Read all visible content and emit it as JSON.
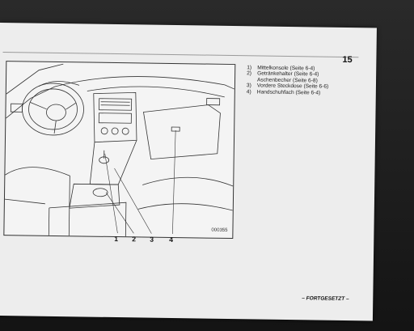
{
  "page": {
    "number": "15",
    "figure_code": "000355",
    "footer": "– FORTGESETZT –"
  },
  "callouts": [
    "1",
    "2",
    "3",
    "4"
  ],
  "legend": [
    {
      "num": "1)",
      "lines": [
        "Mittelkonsole (Seite 6-4)"
      ]
    },
    {
      "num": "2)",
      "lines": [
        "Getränkehalter (Seite 6-4)",
        "Aschenbecher (Seite 6-8)"
      ]
    },
    {
      "num": "3)",
      "lines": [
        "Vordere Steckdose (Seite 6-6)"
      ]
    },
    {
      "num": "4)",
      "lines": [
        "Handschuhfach (Seite 6-4)"
      ]
    }
  ]
}
